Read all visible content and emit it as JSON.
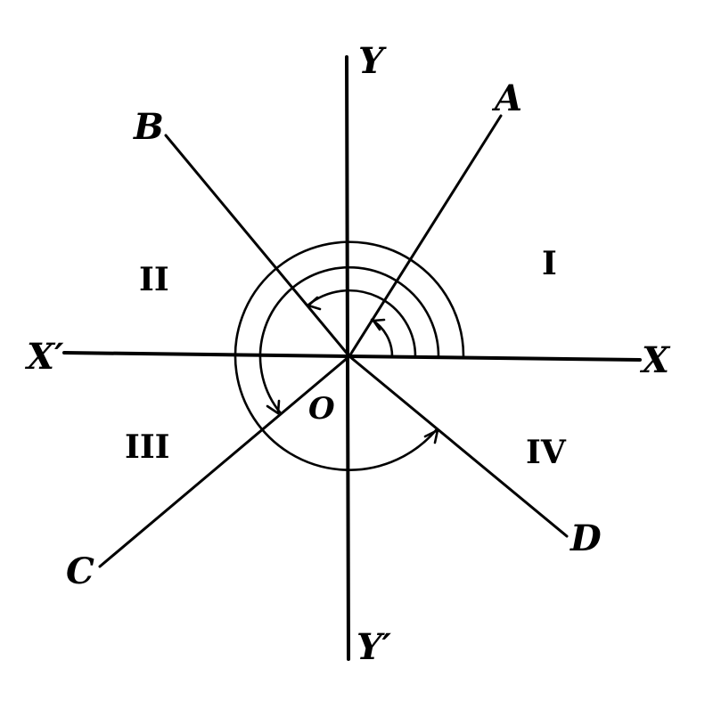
{
  "labels": {
    "x_positive": "X",
    "x_negative": "X′",
    "y_positive": "Y",
    "y_negative": "Y′",
    "origin": "O",
    "ray_a": "A",
    "ray_b": "B",
    "ray_c": "C",
    "ray_d": "D"
  },
  "quadrants": {
    "first": "I",
    "second": "II",
    "third": "III",
    "fourth": "IV"
  },
  "colors": {
    "ink": "#000000",
    "paper": "#ffffff"
  }
}
